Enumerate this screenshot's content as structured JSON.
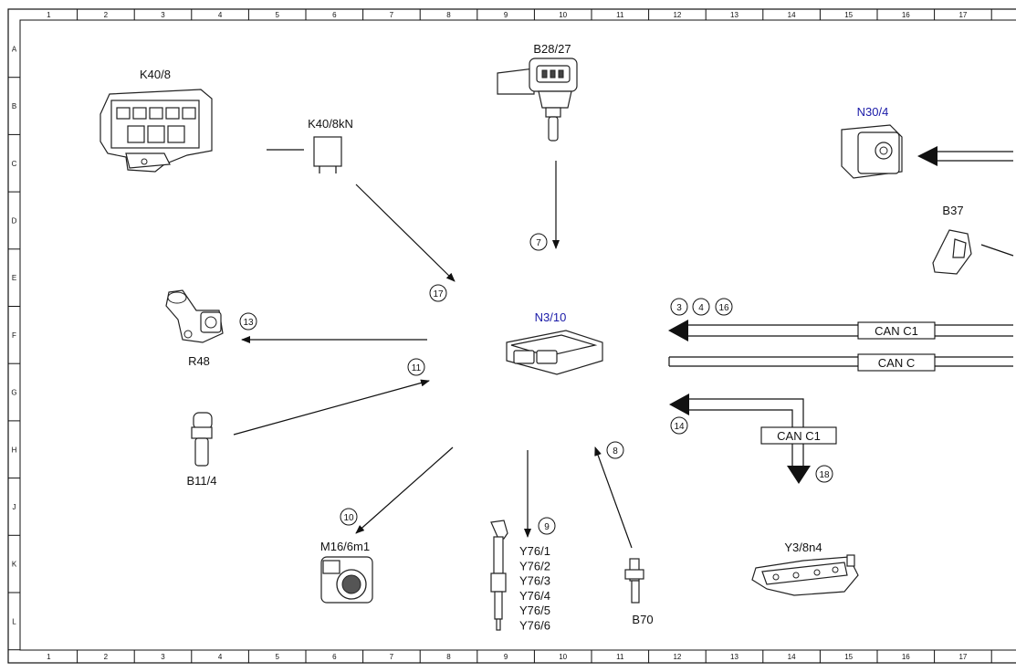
{
  "frame": {
    "columns": [
      "1",
      "2",
      "3",
      "4",
      "5",
      "6",
      "7",
      "8",
      "9",
      "10",
      "11",
      "12",
      "13",
      "14",
      "15",
      "16",
      "17"
    ],
    "rows": [
      "A",
      "B",
      "C",
      "D",
      "E",
      "F",
      "G",
      "H",
      "J",
      "K",
      "L"
    ]
  },
  "components": {
    "k40_8": "K40/8",
    "k40_8kn": "K40/8kN",
    "b28_27": "B28/27",
    "n30_4": "N30/4",
    "b37": "B37",
    "n3_10": "N3/10",
    "r48": "R48",
    "b11_4": "B11/4",
    "m16_6m1": "M16/6m1",
    "y76": [
      "Y76/1",
      "Y76/2",
      "Y76/3",
      "Y76/4",
      "Y76/5",
      "Y76/6"
    ],
    "b70": "B70",
    "y3_8n4": "Y3/8n4"
  },
  "callouts": {
    "c3": "3",
    "c4": "4",
    "c16": "16",
    "c7": "7",
    "c17": "17",
    "c13": "13",
    "c11": "11",
    "c14": "14",
    "c8": "8",
    "c18": "18",
    "c10": "10",
    "c9": "9"
  },
  "buses": {
    "can_c1_top": "CAN C1",
    "can_c": "CAN C",
    "can_c1_bottom": "CAN C1"
  },
  "colors": {
    "blue_label": "#1a1aa8",
    "line": "#111111"
  }
}
